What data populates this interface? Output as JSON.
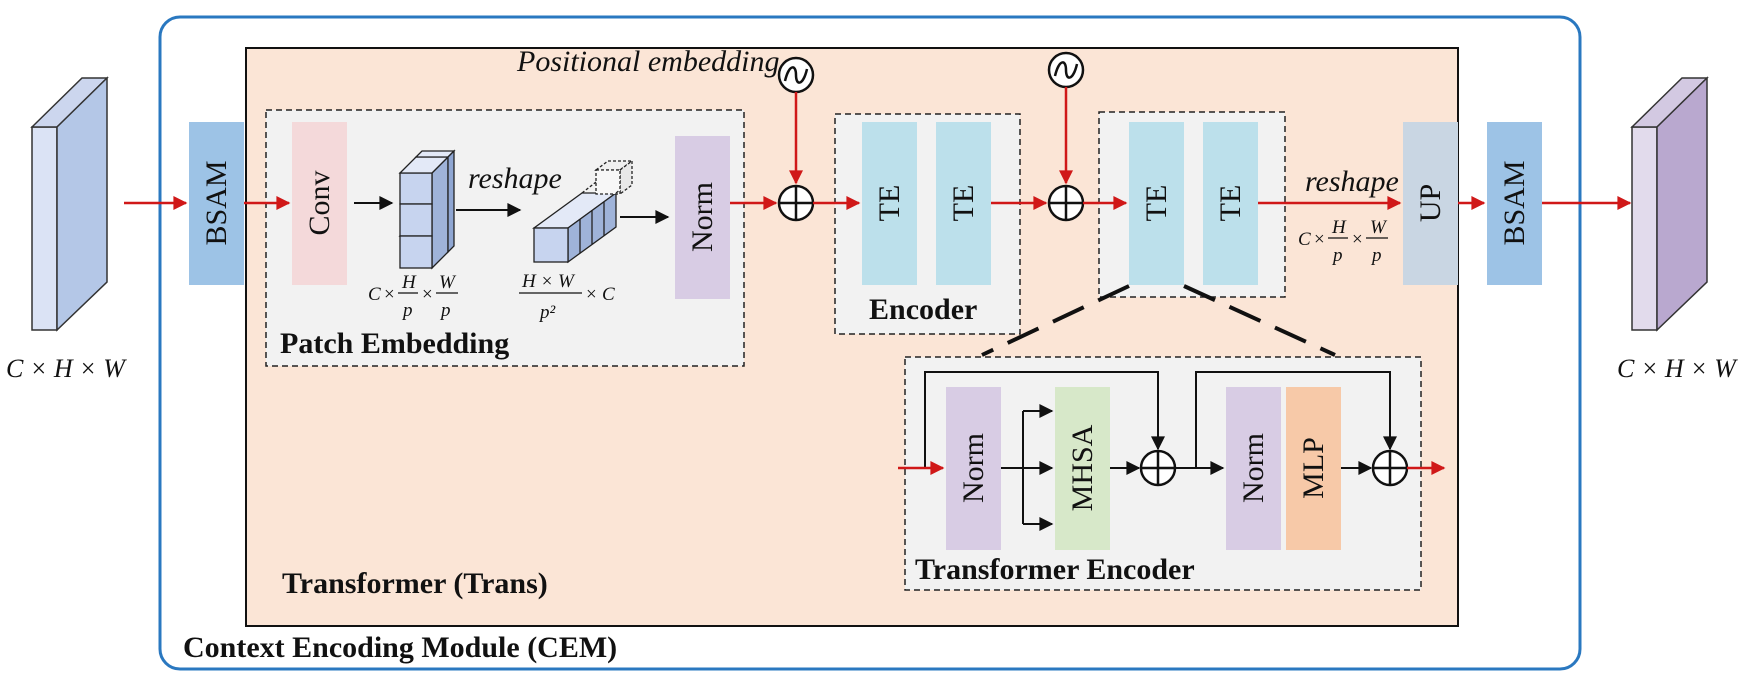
{
  "cem": {
    "title": "Context Encoding Module (CEM)"
  },
  "trans": {
    "title": "Transformer (Trans)"
  },
  "input": {
    "dims": "C × H × W"
  },
  "output": {
    "dims": "C × H × W"
  },
  "bsam_in": {
    "label": "BSAM"
  },
  "bsam_out": {
    "label": "BSAM"
  },
  "patch": {
    "title": "Patch Embedding",
    "conv": "Conv",
    "norm": "Norm",
    "reshape": "reshape",
    "dim1": {
      "C": "C",
      "H": "H",
      "W": "W",
      "p": "p"
    },
    "dim2": {
      "HW": "H × W",
      "p2": "p²",
      "C": "C"
    }
  },
  "positional": {
    "label": "Positional embedding"
  },
  "encoder1": {
    "title": "Encoder",
    "te1": "TE",
    "te2": "TE"
  },
  "encoder2": {
    "te1": "TE",
    "te2": "TE"
  },
  "up": {
    "label": "UP",
    "reshape": "reshape",
    "dims": {
      "C": "C",
      "H": "H",
      "W": "W",
      "p": "p"
    }
  },
  "te_detail": {
    "title": "Transformer Encoder",
    "norm1": "Norm",
    "mhsa": "MHSA",
    "norm2": "Norm",
    "mlp": "MLP"
  },
  "colors": {
    "cem_border": "#2a78c0",
    "trans_bg": "#fbe5d6",
    "panel_bg": "#f2f2f2",
    "bsam": "#9dc3e6",
    "conv": "#f4d9da",
    "norm": "#d8cce4",
    "te": "#bce0eb",
    "up": "#c9d6e3",
    "mhsa": "#d7e8c9",
    "mlp": "#f7c9a8",
    "arrow_red": "#d01818",
    "cube_in": "#b4c7e7",
    "cube_out": "#b9a8cf"
  }
}
